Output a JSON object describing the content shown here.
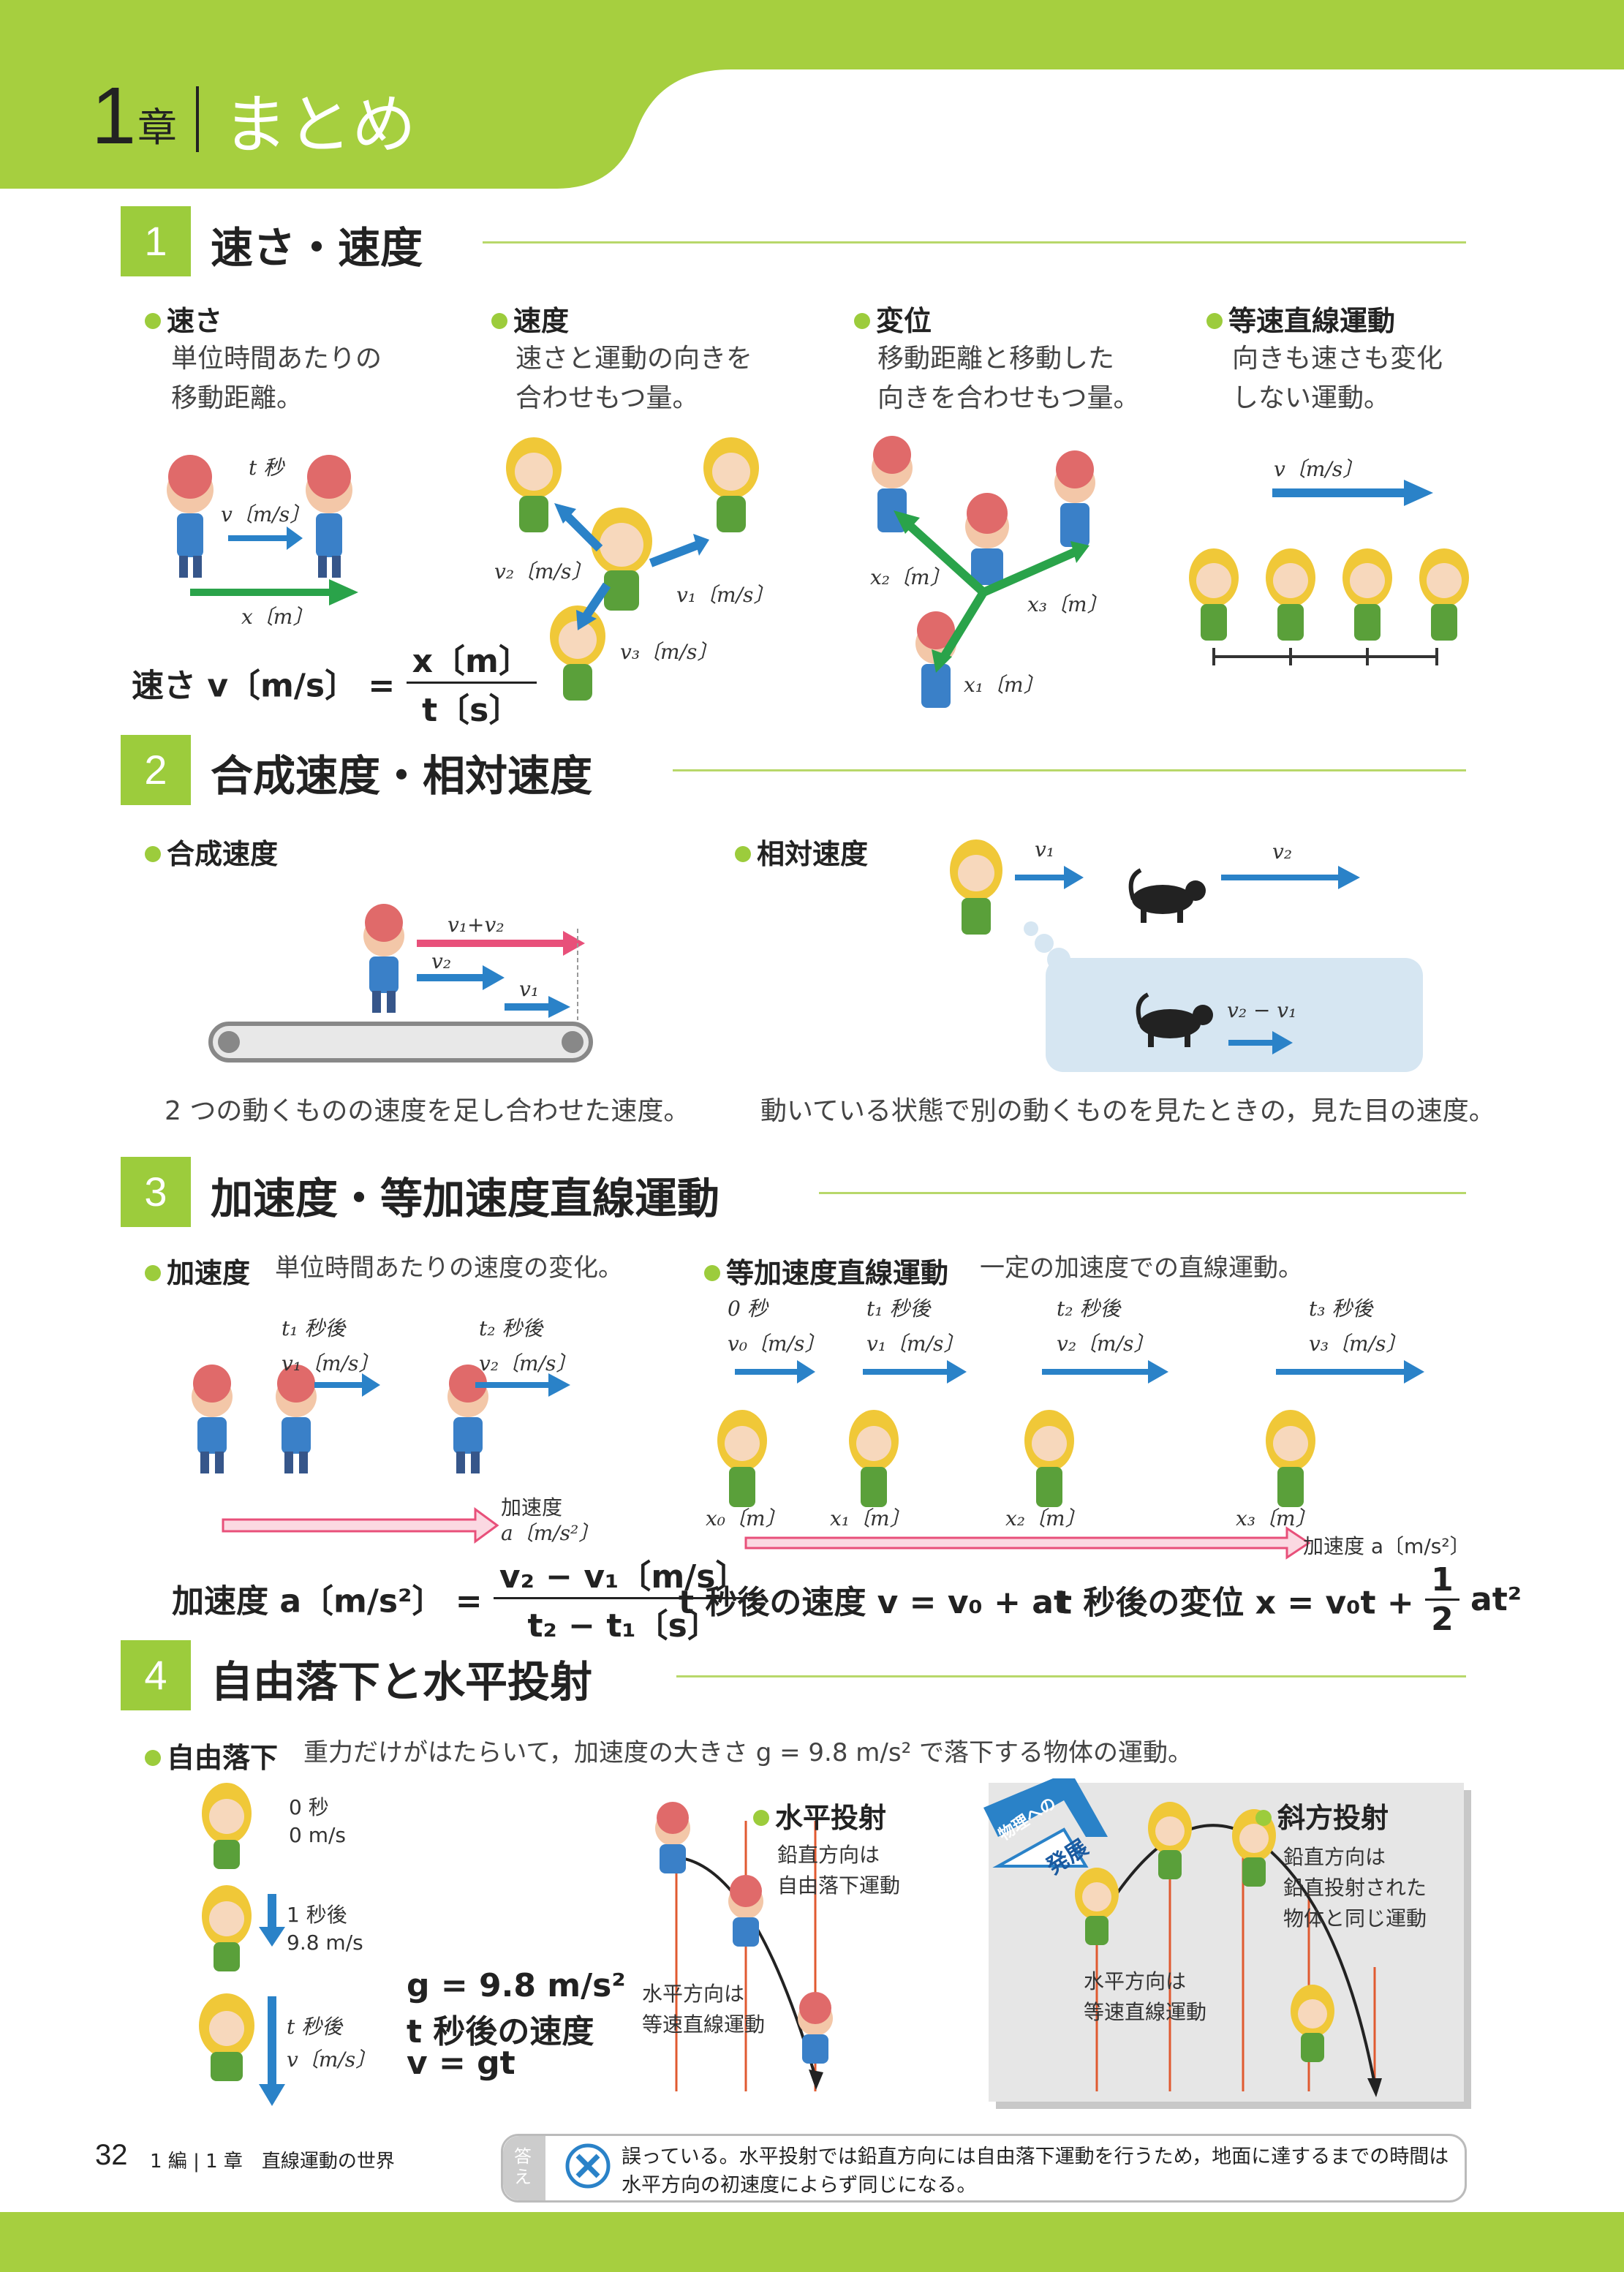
{
  "header": {
    "chapter_num": "1",
    "chapter_kanji": "章",
    "title": "まとめ"
  },
  "sections": [
    {
      "num": "1",
      "title": "速さ・速度"
    },
    {
      "num": "2",
      "title": "合成速度・相対速度"
    },
    {
      "num": "3",
      "title": "加速度・等加速度直線運動"
    },
    {
      "num": "4",
      "title": "自由落下と水平投射"
    }
  ],
  "s1": {
    "speed": {
      "head": "速さ",
      "line1": "単位時間あたりの",
      "line2": "移動距離。"
    },
    "velocity": {
      "head": "速度",
      "line1": "速さと運動の向きを",
      "line2": "合わせもつ量。"
    },
    "displacement": {
      "head": "変位",
      "line1": "移動距離と移動した",
      "line2": "向きを合わせもつ量。"
    },
    "uniform": {
      "head": "等速直線運動",
      "line1": "向きも速さも変化",
      "line2": "しない運動。"
    },
    "fig_speed": {
      "t": "t 秒",
      "v": "v〔m/s〕",
      "x": "x〔m〕"
    },
    "formula_speed": {
      "lhs": "速さ v〔m/s〕 =",
      "num": "x〔m〕",
      "den": "t〔s〕"
    },
    "fig_velocity": {
      "v1": "v₁〔m/s〕",
      "v2": "v₂〔m/s〕",
      "v3": "v₃〔m/s〕"
    },
    "fig_disp": {
      "x1": "x₁〔m〕",
      "x2": "x₂〔m〕",
      "x3": "x₃〔m〕"
    },
    "fig_uniform": {
      "v": "v〔m/s〕"
    }
  },
  "s2": {
    "composite": {
      "head": "合成速度",
      "caption": "2 つの動くものの速度を足し合わせた速度。",
      "sum": "v₁+v₂",
      "v2": "v₂",
      "v1": "v₁"
    },
    "relative": {
      "head": "相対速度",
      "caption": "動いている状態で別の動くものを見たときの，見た目の速度。",
      "v1": "v₁",
      "v2": "v₂",
      "diff": "v₂ − v₁"
    }
  },
  "s3": {
    "accel": {
      "head": "加速度",
      "desc": "単位時間あたりの速度の変化。",
      "t1": "t₁ 秒後",
      "t2": "t₂ 秒後",
      "v1": "v₁〔m/s〕",
      "v2": "v₂〔m/s〕",
      "a_label": "加速度",
      "a_unit": "a〔m/s²〕"
    },
    "formula_accel": {
      "lhs": "加速度 a〔m/s²〕 =",
      "num": "v₂ − v₁〔m/s〕",
      "den": "t₂ − t₁〔s〕"
    },
    "uam": {
      "head": "等加速度直線運動",
      "desc": "一定の加速度での直線運動。",
      "times": [
        "0 秒",
        "t₁ 秒後",
        "t₂ 秒後",
        "t₃ 秒後"
      ],
      "vels": [
        "v₀〔m/s〕",
        "v₁〔m/s〕",
        "v₂〔m/s〕",
        "v₃〔m/s〕"
      ],
      "pos": [
        "x₀〔m〕",
        "x₁〔m〕",
        "x₂〔m〕",
        "x₃〔m〕"
      ],
      "a_label": "加速度 a〔m/s²〕"
    },
    "formula_v": "t 秒後の速度 v = v₀ + at",
    "formula_x_lhs": "t 秒後の変位 x = v₀t +",
    "formula_x_frac_num": "1",
    "formula_x_frac_den": "2",
    "formula_x_rhs": "at²"
  },
  "s4": {
    "freefall": {
      "head": "自由落下",
      "desc": "重力だけがはたらいて，加速度の大きさ g = 9.8 m/s² で落下する物体の運動。",
      "t0": "0 秒",
      "v0": "0 m/s",
      "t1": "1 秒後",
      "v1": "9.8 m/s",
      "t": "t 秒後",
      "v": "v〔m/s〕"
    },
    "formula": {
      "g": "g = 9.8 m/s²",
      "line2": "t 秒後の速度",
      "line3": "v = gt"
    },
    "horizontal": {
      "head": "水平投射",
      "vert1": "鉛直方向は",
      "vert2": "自由落下運動",
      "horz1": "水平方向は",
      "horz2": "等速直線運動"
    },
    "oblique": {
      "tag1": "物理への",
      "tag2": "発展",
      "head": "斜方投射",
      "vert1": "鉛直方向は",
      "vert2": "鉛直投射された",
      "vert3": "物体と同じ運動",
      "horz1": "水平方向は",
      "horz2": "等速直線運動"
    }
  },
  "footer": {
    "page": "32",
    "book": "1 編 | 1 章　直線運動の世界",
    "answer_tag": "答え",
    "answer_line1": "誤っている。水平投射では鉛直方向には自由落下運動を行うため，地面に達するまでの時間は",
    "answer_line2": "水平方向の初速度によらず同じになる。"
  },
  "colors": {
    "green": "#9ccc3c",
    "blue": "#2a82c8",
    "arrow_green": "#2aa34a",
    "pink": "#e8507a",
    "panel_blue": "#d6e6f2"
  }
}
